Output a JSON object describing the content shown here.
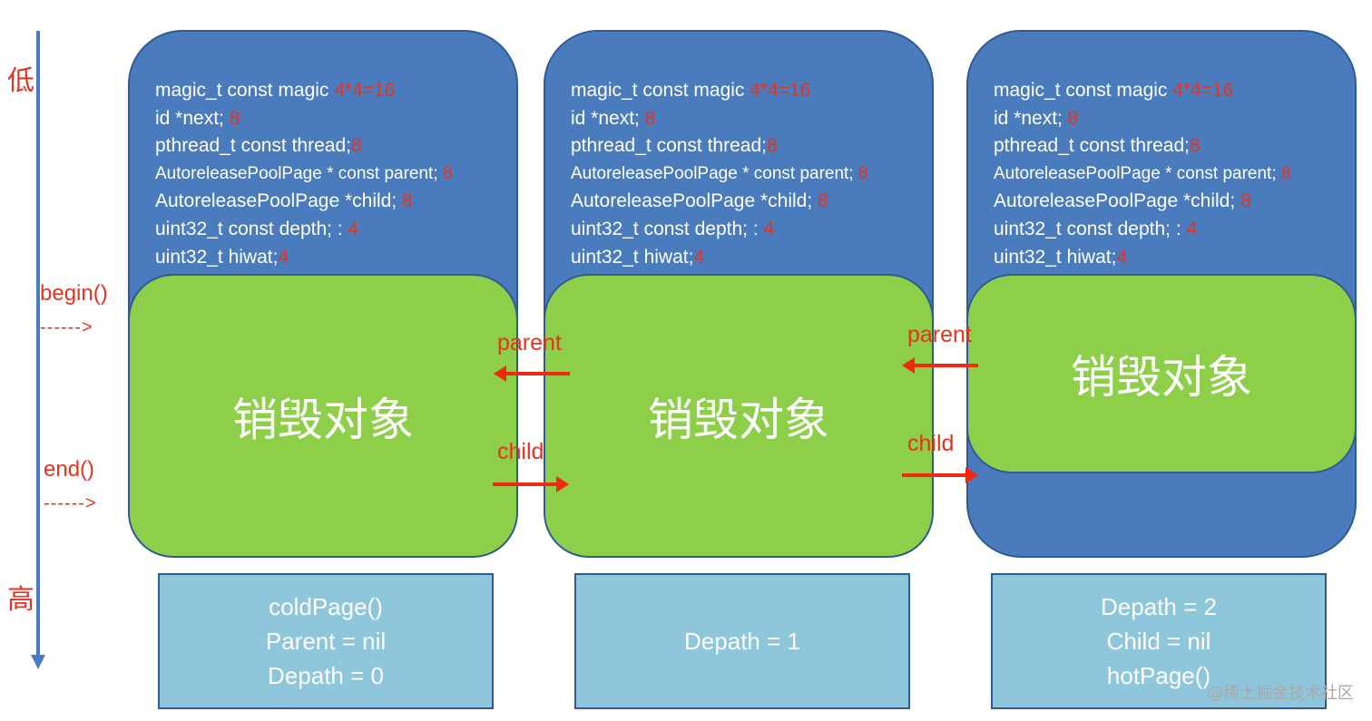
{
  "axis": {
    "low_label": "低",
    "high_label": "高",
    "begin_label": "begin()",
    "end_label": "end()",
    "pointer_arrow": "------>"
  },
  "pages": [
    {
      "fields": [
        {
          "text": "magic_t const magic ",
          "value": "4*4=16"
        },
        {
          "text": "id *next; ",
          "value": "8"
        },
        {
          "text": "pthread_t const thread;",
          "value": "8"
        },
        {
          "text": "AutoreleasePoolPage * const parent; ",
          "value": "8"
        },
        {
          "text": "AutoreleasePoolPage *child;  ",
          "value": "8"
        },
        {
          "text": "uint32_t const depth; : ",
          "value": "4"
        },
        {
          "text": "uint32_t hiwat;",
          "value": "4"
        }
      ],
      "objects_label": "销毁对象",
      "info": [
        "coldPage()",
        "Parent = nil",
        "Depath = 0"
      ]
    },
    {
      "fields": [
        {
          "text": "magic_t const magic ",
          "value": "4*4=16"
        },
        {
          "text": "id *next; ",
          "value": "8"
        },
        {
          "text": "pthread_t const thread;",
          "value": "8"
        },
        {
          "text": "AutoreleasePoolPage * const parent; ",
          "value": "8"
        },
        {
          "text": "AutoreleasePoolPage *child;  ",
          "value": "8"
        },
        {
          "text": "uint32_t const depth; : ",
          "value": "4"
        },
        {
          "text": "uint32_t hiwat;",
          "value": "4"
        }
      ],
      "objects_label": "销毁对象",
      "info": [
        "Depath = 1"
      ]
    },
    {
      "fields": [
        {
          "text": "magic_t const magic ",
          "value": "4*4=16"
        },
        {
          "text": "id *next; ",
          "value": "8"
        },
        {
          "text": "pthread_t const thread;",
          "value": "8"
        },
        {
          "text": "AutoreleasePoolPage * const parent; ",
          "value": "8"
        },
        {
          "text": "AutoreleasePoolPage *child;  ",
          "value": "8"
        },
        {
          "text": "uint32_t const depth; : ",
          "value": "4"
        },
        {
          "text": "uint32_t hiwat;",
          "value": "4"
        }
      ],
      "objects_label": "销毁对象",
      "info": [
        "Depath = 2",
        "Child = nil",
        "hotPage()"
      ]
    }
  ],
  "links": {
    "parent_label": "parent",
    "child_label": "child"
  },
  "colors": {
    "page_blue": "#4a7cbd",
    "objects_green": "#8ecf4a",
    "info_blue": "#8ec7dc",
    "accent_red": "#e8321e"
  },
  "watermark": "@稀土掘金技术社区"
}
